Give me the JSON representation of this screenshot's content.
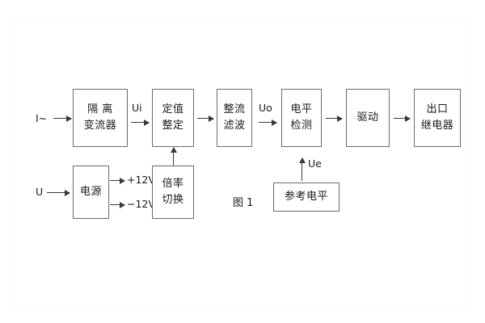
{
  "figure": {
    "caption": "图 1",
    "blocks": [
      {
        "id": "isolation-ct",
        "lines": [
          "隔 离",
          "变流器"
        ]
      },
      {
        "id": "setting-value",
        "lines": [
          "定值",
          "整定"
        ]
      },
      {
        "id": "rectify-filter",
        "lines": [
          "整流",
          "滤波"
        ]
      },
      {
        "id": "level-detect",
        "lines": [
          "电平",
          "检测"
        ]
      },
      {
        "id": "drive",
        "lines": [
          "驱动"
        ]
      },
      {
        "id": "output-relay",
        "lines": [
          "出口",
          "继电器"
        ]
      },
      {
        "id": "power-supply",
        "lines": [
          "电源"
        ]
      },
      {
        "id": "ratio-switch",
        "lines": [
          "倍率",
          "切换"
        ]
      },
      {
        "id": "reference-level",
        "lines": [
          "参考电平"
        ]
      }
    ],
    "signals": {
      "current_input": "I~",
      "voltage_input": "U",
      "ui": "Ui",
      "uo": "Uo",
      "ue": "Ue",
      "rail_positive": "+12V",
      "rail_negative": "−12V"
    }
  },
  "colors": {
    "box_border": "#6b6b6b",
    "line": "#3a3a3a",
    "text": "#1a1a1a",
    "background": "#ffffff"
  }
}
